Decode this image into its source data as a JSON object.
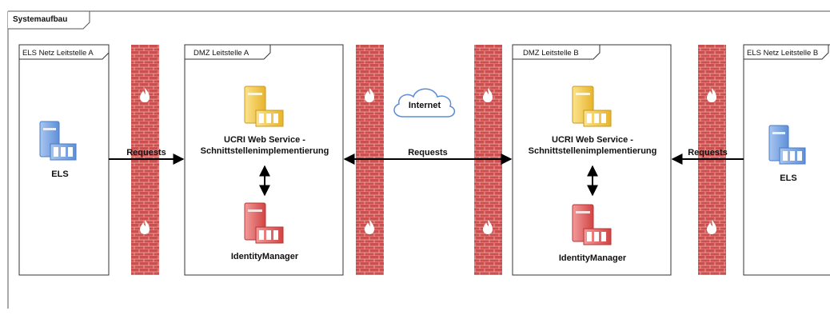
{
  "frame": {
    "title": "Systemaufbau"
  },
  "zones": {
    "els_a": {
      "label": "ELS Netz Leitstelle A",
      "server_label": "ELS"
    },
    "dmz_a": {
      "label": "DMZ Leitstelle A",
      "service_line1": "UCRI Web Service -",
      "service_line2": "Schnittstellenimplementierung",
      "identity_label": "IdentityManager"
    },
    "dmz_b": {
      "label": "DMZ Leitstelle B",
      "service_line1": "UCRI Web Service -",
      "service_line2": "Schnittstellenimplementierung",
      "identity_label": "IdentityManager"
    },
    "els_b": {
      "label": "ELS Netz Leitstelle B",
      "server_label": "ELS"
    }
  },
  "cloud": {
    "label": "Internet"
  },
  "connections": {
    "left": {
      "label": "Requests"
    },
    "middle": {
      "label": "Requests"
    },
    "right": {
      "label": "Requests"
    }
  },
  "colors": {
    "firewall": "#c9504f",
    "firewall_mortar": "#f4b3b0",
    "server_blue": "#7aa5e0",
    "server_yellow": "#f1c84a",
    "server_red": "#e05555",
    "cloud_stroke": "#5b8ed6"
  }
}
